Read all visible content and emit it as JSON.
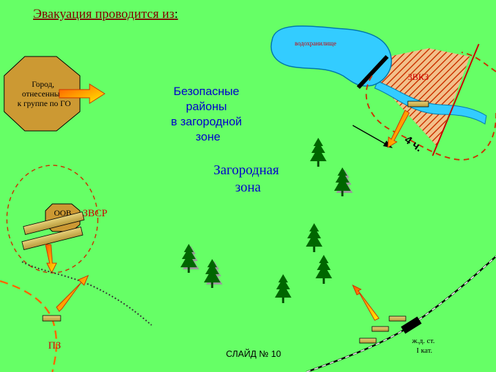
{
  "title": {
    "text": "Эвакуация проводится из",
    "suffix": ":"
  },
  "labels": {
    "reservoir": "водохранилище",
    "city_line1": "Город,",
    "city_line2": "отнесенный",
    "city_line3": "к группе по ГО",
    "safe_line1": "Безопасные",
    "safe_line2": "районы",
    "safe_line3": "в загородной",
    "safe_line4": "зоне",
    "suburban_line1": "Загородная",
    "suburban_line2": "зона",
    "dam_zone": "ЗВКЗ",
    "time": "4 ч.",
    "oov": "ООВ",
    "zvsr": "ЗВСР",
    "pz": "ПЗ",
    "slide": "СЛАЙД  № 10",
    "station_line1": "ж.д. ст.",
    "station_line2": "I кат."
  },
  "colors": {
    "background": "#66ff66",
    "title": "#800000",
    "water": "#33ccff",
    "octagon": "#cc9933",
    "arrow_fill": "#ffcc00",
    "hatch": "#cc3300",
    "danger_text": "#cc0000",
    "route": "#ff6600",
    "safe_text": "#0000cc",
    "tree": "#006600"
  },
  "icons": [
    "tree-icon",
    "arrow-icon",
    "railway-icon",
    "octagon-icon"
  ]
}
